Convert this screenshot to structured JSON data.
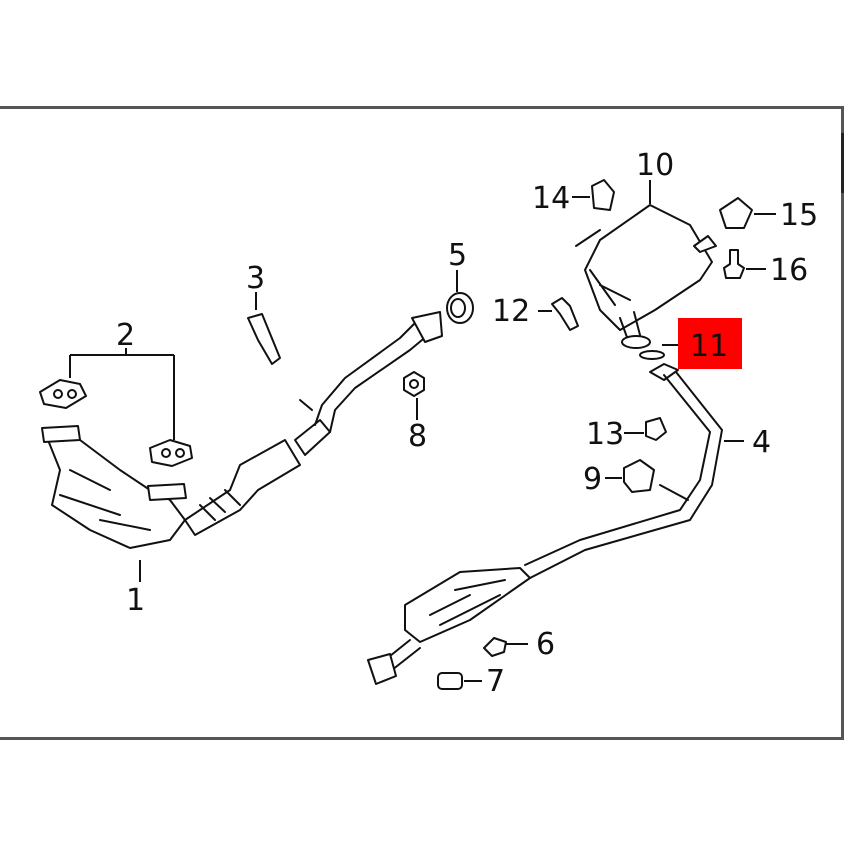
{
  "diagram": {
    "title": "Exhaust system parts diagram",
    "highlight_color": "#ff0000",
    "callouts": [
      "1",
      "2",
      "3",
      "4",
      "5",
      "6",
      "7",
      "8",
      "9",
      "10",
      "11",
      "12",
      "13",
      "14",
      "15",
      "16"
    ],
    "highlighted": "11"
  }
}
